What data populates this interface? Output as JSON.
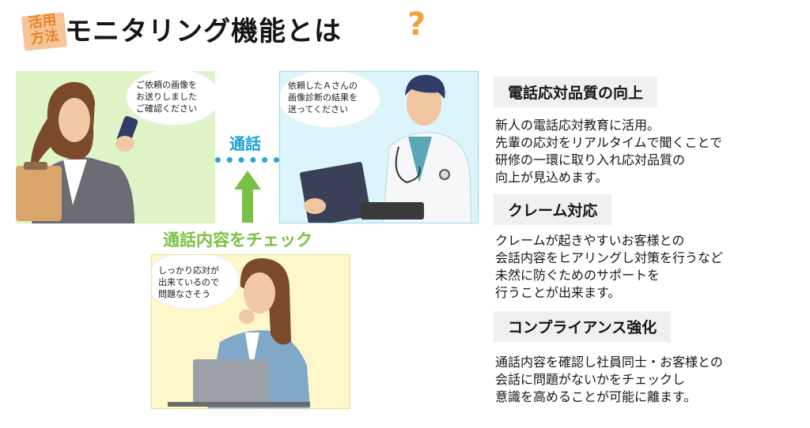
{
  "header": {
    "badge_line1": "活用",
    "badge_line2": "方法",
    "title": "モニタリング機能とは",
    "qmark": "?"
  },
  "illustration": {
    "left_bubble": [
      "ご依頼の画像を",
      "お送りしました",
      "ご確認ください"
    ],
    "right_bubble": [
      "依頼したＡさんの",
      "画像診断の結果を",
      "送ってください"
    ],
    "bottom_bubble": [
      "しっかり応対が",
      "出来ているので",
      "問題なさそう"
    ],
    "call_label": "通話",
    "check_label": "通話内容をチェック"
  },
  "sections": [
    {
      "heading": "電話応対品質の向上",
      "lines": [
        "新人の電話応対教育に活用。",
        "先輩の応対をリアルタイムで聞くことで",
        "研修の一環に取り入れ応対品質の",
        "向上が見込めます。"
      ]
    },
    {
      "heading": "クレーム対応",
      "lines": [
        "クレームが起きやすいお客様との",
        "会話内容をヒアリングし対策を行うなど",
        "未然に防ぐためのサポートを",
        "行うことが出来ます。"
      ]
    },
    {
      "heading": "コンプライアンス強化",
      "lines": [
        "通話内容を確認し社員同士・お客様との",
        "会話に問題がないかをチェックし",
        "意識を高めることが可能に離ます。"
      ]
    }
  ],
  "colors": {
    "accent_orange": "#f2a237",
    "call_blue": "#1d9ed8",
    "check_green": "#7ac143"
  }
}
